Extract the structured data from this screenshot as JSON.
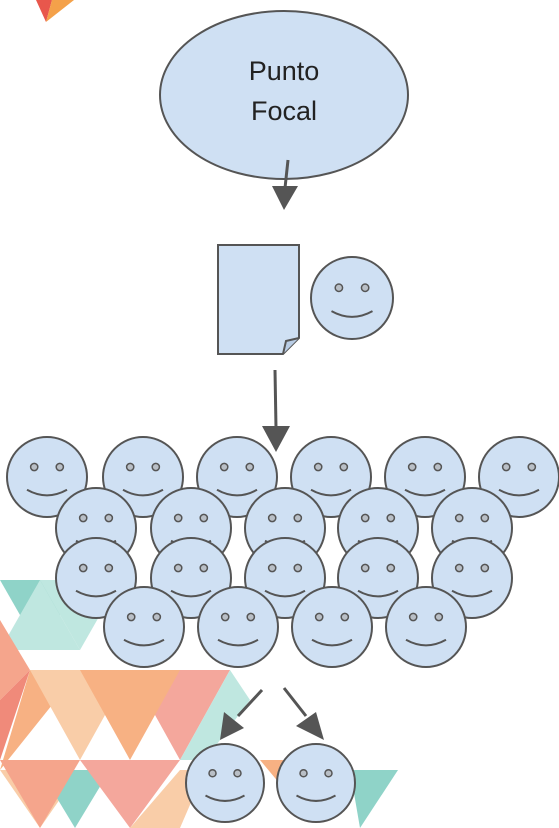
{
  "focal_point": {
    "label_line1": "Punto",
    "label_line2": "Focal"
  },
  "colors": {
    "node_fill": "#cfe0f3",
    "node_stroke": "#555555",
    "arrow": "#555555",
    "eye_fill": "#b9bfc6",
    "background_triangles": [
      "#f08a7a",
      "#f7b183",
      "#f4a79c",
      "#8fd3c8",
      "#bfe7e0",
      "#f9cda8",
      "#f5a58c"
    ]
  },
  "icons": {
    "focal": "ellipse-node",
    "document": "document-icon",
    "person": "smiley-face-icon",
    "arrow": "arrow-icon",
    "logo": "logo-triangle-icon"
  },
  "group_counts": {
    "first_level": 1,
    "crowd": 20,
    "final_level": 2
  }
}
